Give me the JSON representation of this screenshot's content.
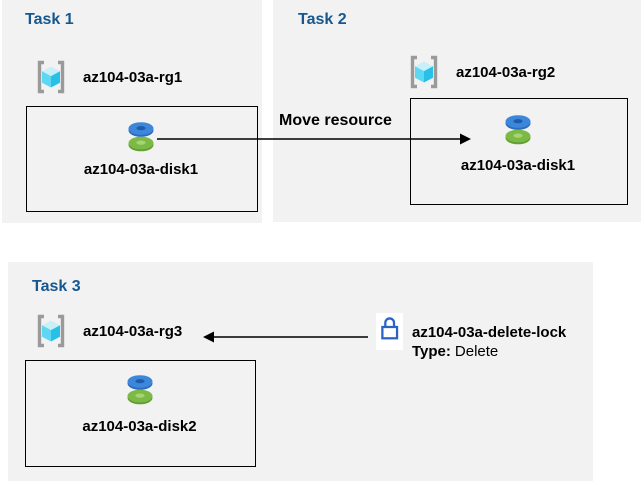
{
  "diagram_title": "Azure resource group tasks diagram",
  "colors": {
    "panel_bg": "#f2f2f2",
    "heading_text": "#17578f",
    "label_text": "#000000",
    "box_border": "#000000",
    "arrow": "#000000",
    "lock_blue": "#2a62c9",
    "bracket_gray": "#9a9a9a",
    "cube_top": "#c9eff9",
    "cube_left": "#5ed7f2",
    "cube_right": "#27c0e6",
    "disk_blue_face": "#3d87da",
    "disk_blue_rim": "#2a6cc0",
    "disk_blue_hole": "#1d5cad",
    "disk_green_face": "#7cba45",
    "disk_green_rim": "#639f33",
    "disk_green_hole": "#a5d573"
  },
  "tasks": [
    {
      "title": "Task 1",
      "resource_group": "az104-03a-rg1",
      "disk": "az104-03a-disk1"
    },
    {
      "title": "Task 2",
      "resource_group": "az104-03a-rg2",
      "disk": "az104-03a-disk1"
    },
    {
      "title": "Task 3",
      "resource_group": "az104-03a-rg3",
      "disk": "az104-03a-disk2"
    }
  ],
  "move_arrow": {
    "label": "Move resource",
    "direction": "right",
    "from": "az104-03a-disk1 (rg1)",
    "to": "az104-03a-rg2 box"
  },
  "lock": {
    "name": "az104-03a-delete-lock",
    "type_label": "Type:",
    "type_value": "Delete",
    "arrow_direction": "left",
    "applies_to": "az104-03a-rg3"
  },
  "icons": {
    "resource_group": "resource-group-icon (gray brackets with cyan cube)",
    "disk": "disk-icon (blue disk stacked on green disk)",
    "lock": "lock-icon (blue outlined padlock on white tile)"
  }
}
